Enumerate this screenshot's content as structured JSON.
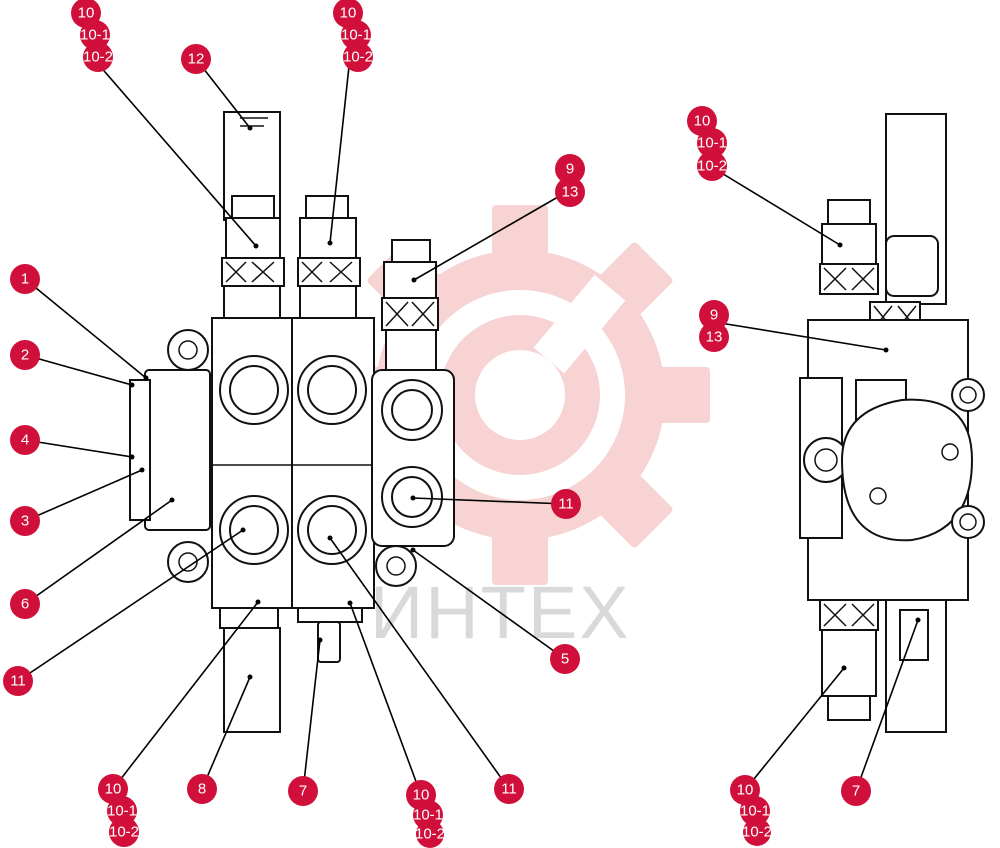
{
  "watermark": {
    "text": "ИНТЕХ",
    "gear_color": "#f7d3d3",
    "text_color": "#d9d9d9"
  },
  "callout_color": "#d0103a",
  "callouts": [
    {
      "id": "c1",
      "label": "1"
    },
    {
      "id": "c2",
      "label": "2"
    },
    {
      "id": "c4",
      "label": "4"
    },
    {
      "id": "c3",
      "label": "3"
    },
    {
      "id": "c6",
      "label": "6"
    },
    {
      "id": "c11a",
      "label": "11"
    },
    {
      "id": "c12",
      "label": "12"
    },
    {
      "id": "c10a",
      "label": "10"
    },
    {
      "id": "c10a1",
      "label": "10-1"
    },
    {
      "id": "c10a2",
      "label": "10-2"
    },
    {
      "id": "c10b",
      "label": "10"
    },
    {
      "id": "c10b1",
      "label": "10-1"
    },
    {
      "id": "c10b2",
      "label": "10-2"
    },
    {
      "id": "c9a",
      "label": "9"
    },
    {
      "id": "c13a",
      "label": "13"
    },
    {
      "id": "c11b",
      "label": "11"
    },
    {
      "id": "c5",
      "label": "5"
    },
    {
      "id": "c8",
      "label": "8"
    },
    {
      "id": "c7a",
      "label": "7"
    },
    {
      "id": "c10c",
      "label": "10"
    },
    {
      "id": "c10c1",
      "label": "10-1"
    },
    {
      "id": "c10c2",
      "label": "10-2"
    },
    {
      "id": "c10d",
      "label": "10"
    },
    {
      "id": "c10d1",
      "label": "10-1"
    },
    {
      "id": "c10d2",
      "label": "10-2"
    },
    {
      "id": "c11c",
      "label": "11"
    },
    {
      "id": "c10e",
      "label": "10"
    },
    {
      "id": "c10e1",
      "label": "10-1"
    },
    {
      "id": "c10e2",
      "label": "10-2"
    },
    {
      "id": "c9b",
      "label": "9"
    },
    {
      "id": "c13b",
      "label": "13"
    },
    {
      "id": "c10f",
      "label": "10"
    },
    {
      "id": "c10f1",
      "label": "10-1"
    },
    {
      "id": "c10f2",
      "label": "10-2"
    },
    {
      "id": "c7b",
      "label": "7"
    }
  ]
}
